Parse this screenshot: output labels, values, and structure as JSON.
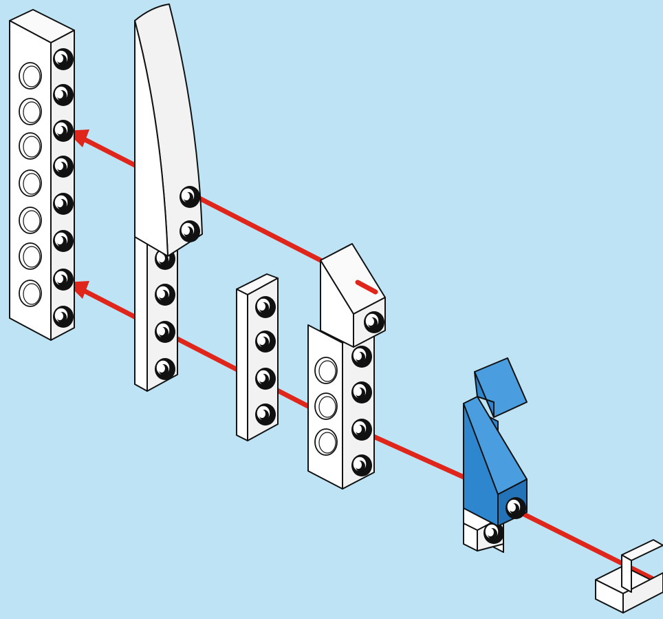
{
  "diagram": {
    "background_color": "#bde3f5",
    "arrow_color": "#e0251b",
    "part_color_white": "#ffffff",
    "part_color_blue": "#2e86cf",
    "outline_color": "#111111",
    "parts": [
      {
        "name": "technic-beam-1x8",
        "holes": 7,
        "studs": 8
      },
      {
        "name": "curved-slope-wing-2x4",
        "studs": 2
      },
      {
        "name": "plate-1x4-vertical",
        "studs": 4
      },
      {
        "name": "plate-1x4",
        "studs": 4
      },
      {
        "name": "slope-brick-white",
        "studs": 1
      },
      {
        "name": "technic-brick-1x4",
        "holes": 3,
        "studs": 4
      },
      {
        "name": "slope-brick-blue",
        "studs": 1
      },
      {
        "name": "bracket-small",
        "studs": 0
      }
    ],
    "connections": [
      "wing-stud-to-beam-hole-3",
      "plate-stud-to-beam-hole-7",
      "blue-slope-to-technic-brick",
      "bracket-to-blue-slope"
    ]
  }
}
